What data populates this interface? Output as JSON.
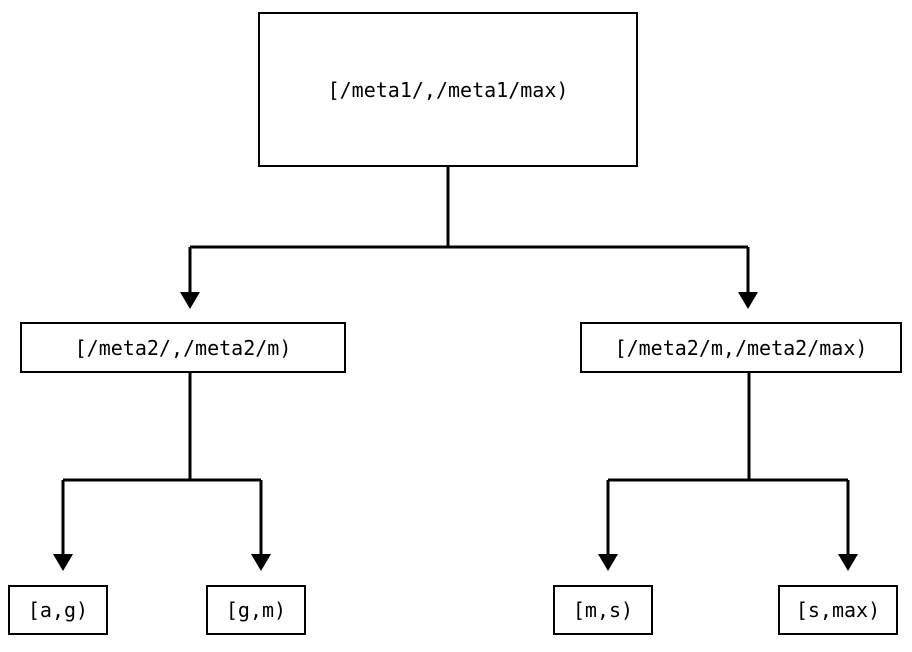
{
  "diagram": {
    "type": "tree",
    "orientation": "top-down",
    "stroke_color": "#000000",
    "fill_color": "#ffffff",
    "background_color": "#ffffff",
    "edge_style": "orthogonal-elbow",
    "arrowhead": "filled-triangle-down",
    "levels": 3,
    "nodes": {
      "root": {
        "label": "[/meta1/,/meta1/max)"
      },
      "mid_left": {
        "label": "[/meta2/,/meta2/m)"
      },
      "mid_right": {
        "label": "[/meta2/m,/meta2/max)"
      },
      "leaves": [
        {
          "label": "[a,g)"
        },
        {
          "label": "[g,m)"
        },
        {
          "label": "[m,s)"
        },
        {
          "label": "[s,max)"
        }
      ]
    }
  }
}
